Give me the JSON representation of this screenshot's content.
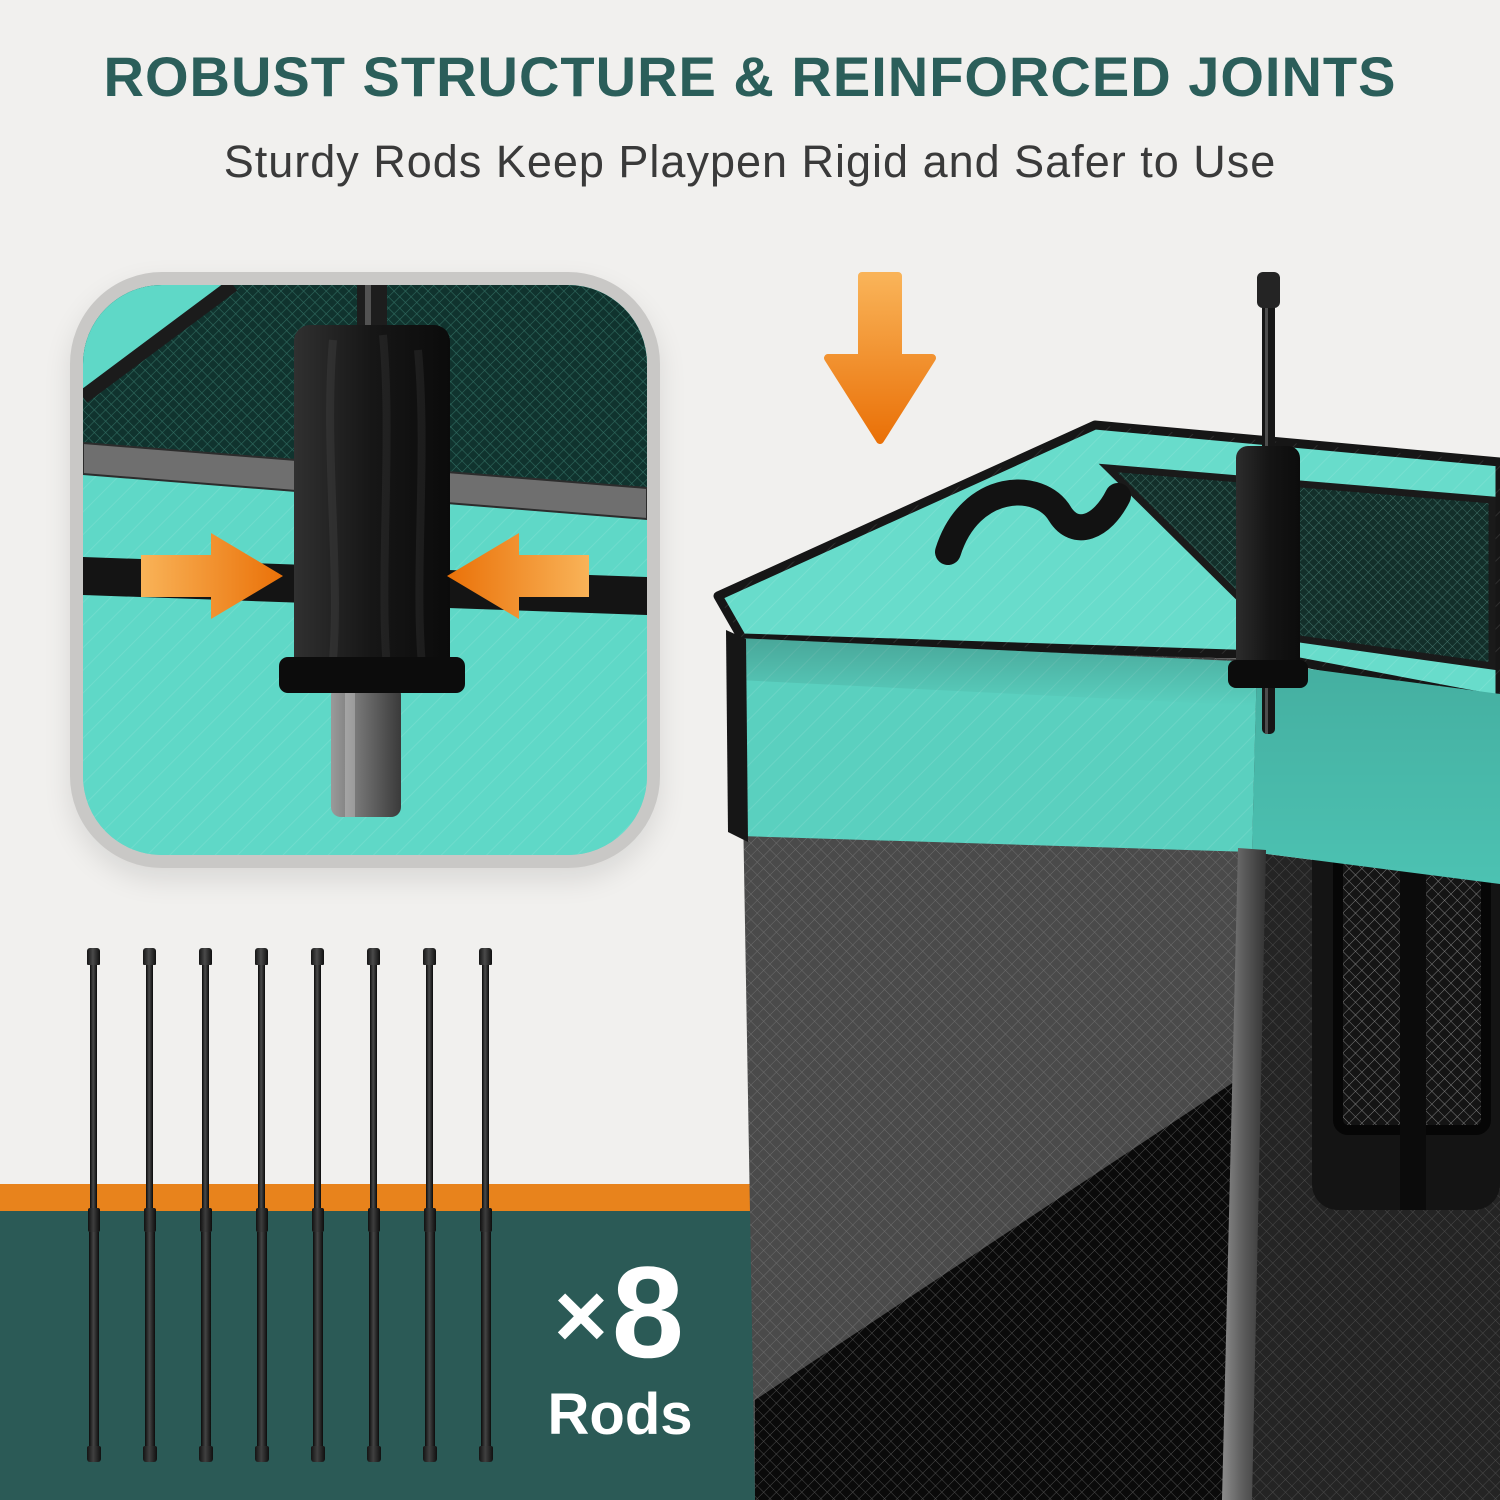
{
  "header": {
    "title": "ROBUST STRUCTURE & REINFORCED JOINTS",
    "subtitle": "Sturdy Rods Keep Playpen Rigid and Safer to Use"
  },
  "rods_badge": {
    "times_symbol": "×",
    "count": "8",
    "label": "Rods"
  },
  "rods": {
    "count": 8
  },
  "colors": {
    "bg": "#f1f0ee",
    "heading": "#2b5e5a",
    "subtitle_text": "#3a3a3a",
    "mint": "#5fd8c7",
    "mint_top": "#68dccb",
    "mint_front": "#5ad0bf",
    "mint_side": "#4cc2b2",
    "orange": "#ee7d12",
    "orange_light": "#f9b358",
    "orange_stripe": "#e8831c",
    "teal_band": "#2b5a56",
    "inset_border": "#c9c8c6",
    "rod_black": "#1c1c1c",
    "badge_text": "#ffffff"
  },
  "icons": {
    "down_arrow": "down-arrow-icon",
    "right_arrow": "right-arrow-icon",
    "left_arrow": "left-arrow-icon"
  }
}
